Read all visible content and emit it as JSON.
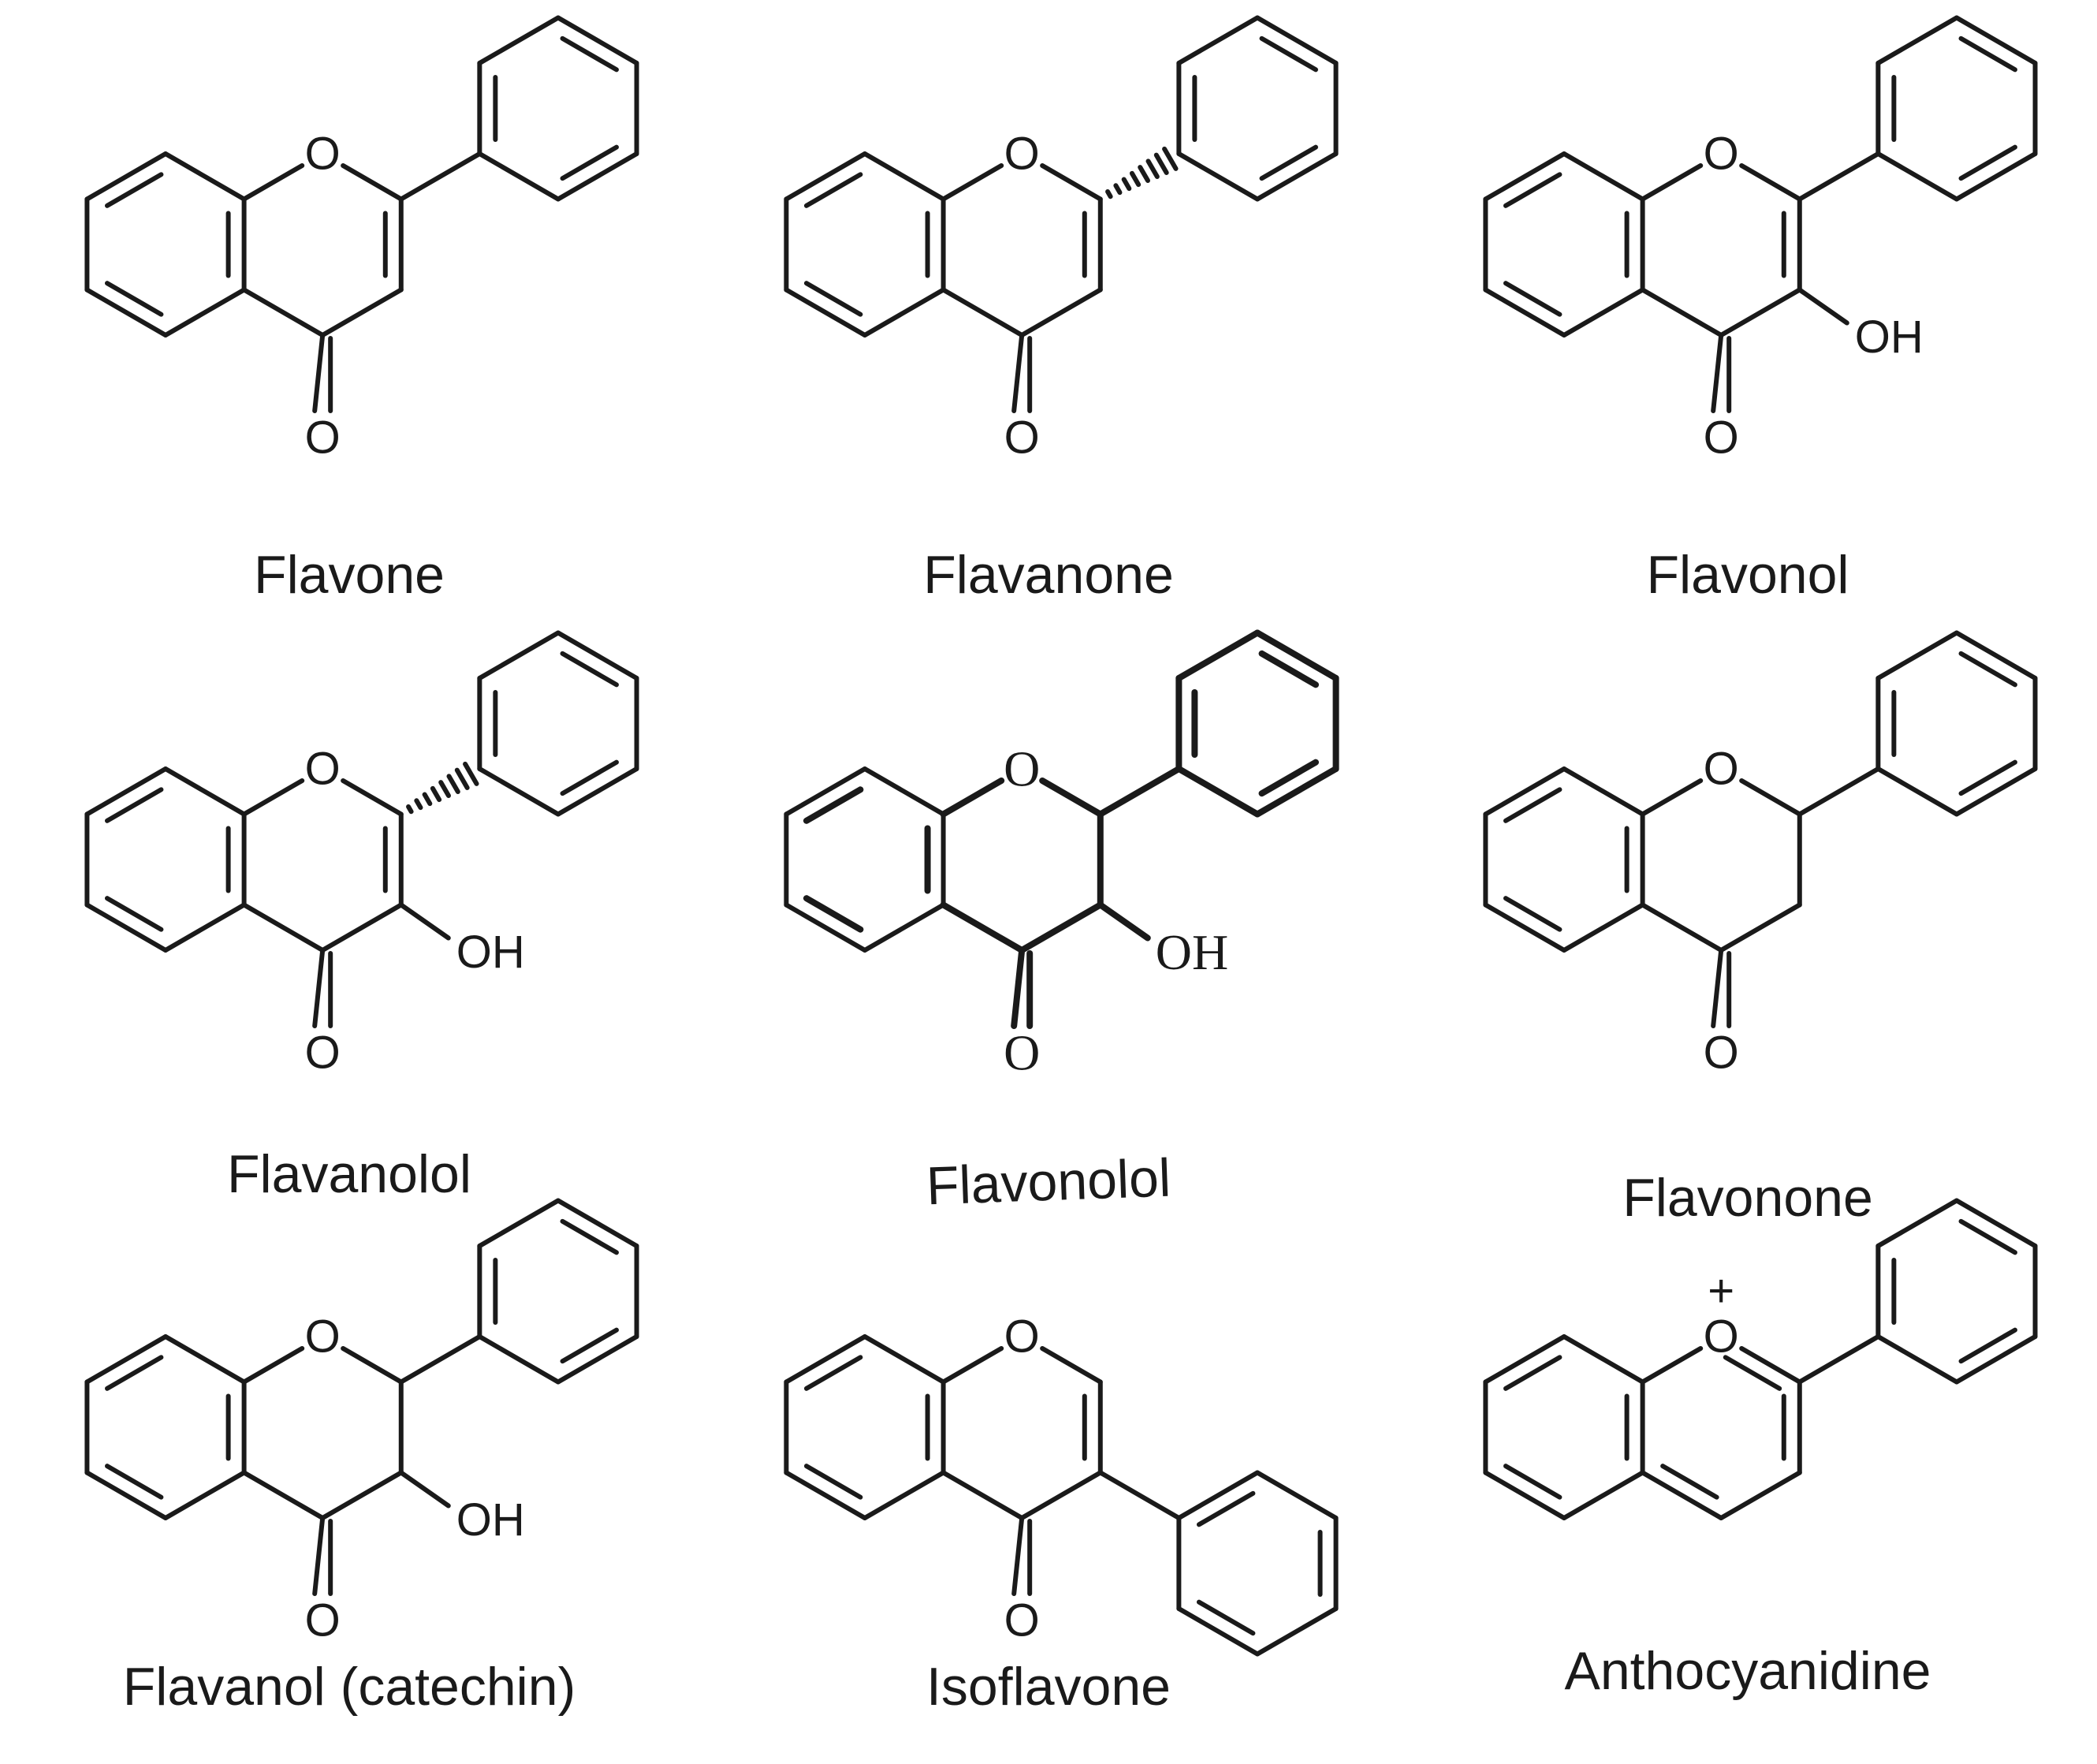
{
  "structures": [
    {
      "id": "flavone",
      "label": "Flavone",
      "ring_o": "O",
      "carbonyl_o": "O",
      "hydroxyl": "",
      "charge": "",
      "variant": "flavone"
    },
    {
      "id": "flavanone",
      "label": "Flavanone",
      "ring_o": "O",
      "carbonyl_o": "O",
      "hydroxyl": "",
      "charge": "",
      "variant": "flavanone"
    },
    {
      "id": "flavonol",
      "label": "Flavonol",
      "ring_o": "O",
      "carbonyl_o": "O",
      "hydroxyl": "OH",
      "charge": "",
      "variant": "flavonol"
    },
    {
      "id": "flavanolol",
      "label": "Flavanolol",
      "ring_o": "O",
      "carbonyl_o": "O",
      "hydroxyl": "OH",
      "charge": "",
      "variant": "flavanolol"
    },
    {
      "id": "flavonolol",
      "label": "Flavonolol",
      "ring_o": "O",
      "carbonyl_o": "O",
      "hydroxyl": "OH",
      "charge": "",
      "variant": "flavonolol"
    },
    {
      "id": "flavonone",
      "label": "Flavonone",
      "ring_o": "O",
      "carbonyl_o": "O",
      "hydroxyl": "",
      "charge": "",
      "variant": "flavonone"
    },
    {
      "id": "flavanol",
      "label": "Flavanol (catechin)",
      "ring_o": "O",
      "carbonyl_o": "O",
      "hydroxyl": "OH",
      "charge": "",
      "variant": "flavanol"
    },
    {
      "id": "isoflavone",
      "label": "Isoflavone",
      "ring_o": "O",
      "carbonyl_o": "O",
      "hydroxyl": "",
      "charge": "",
      "variant": "isoflavone"
    },
    {
      "id": "anthocyanidin",
      "label": "Anthocyanidine",
      "ring_o": "O",
      "carbonyl_o": "",
      "hydroxyl": "",
      "charge": "+",
      "variant": "anthocyanidin"
    }
  ]
}
